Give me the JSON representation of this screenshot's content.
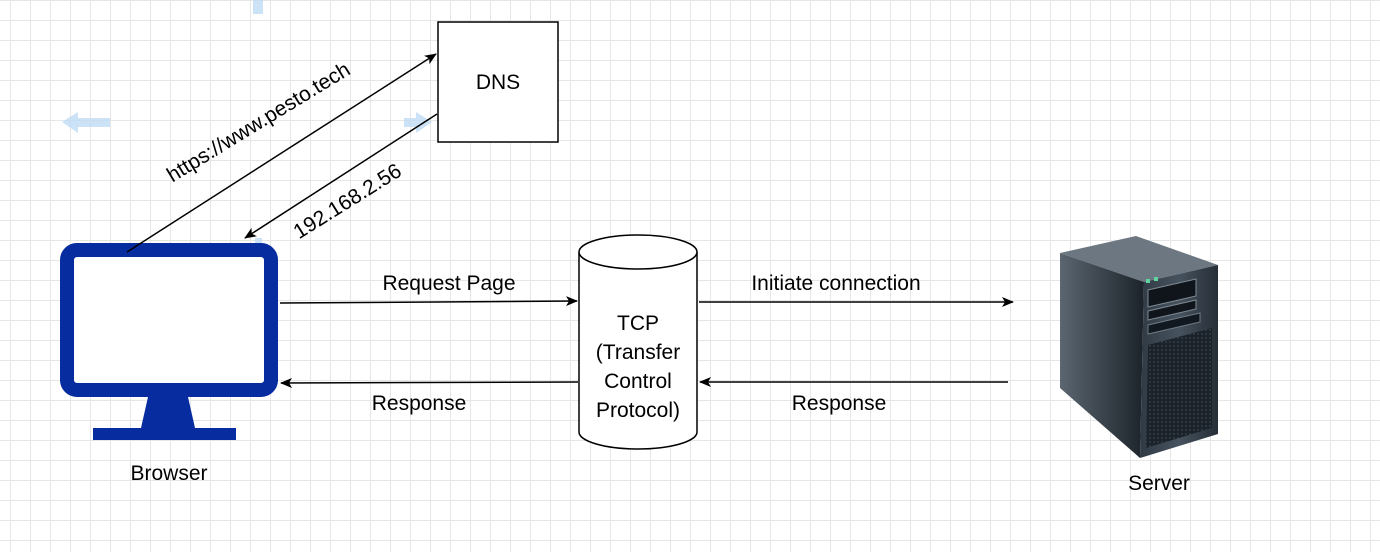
{
  "nodes": {
    "dns": {
      "label": "DNS"
    },
    "tcp": {
      "label_lines": [
        "TCP",
        "(Transfer",
        "Control",
        "Protocol)"
      ]
    },
    "browser": {
      "label": "Browser",
      "icon": "monitor-icon"
    },
    "server": {
      "label": "Server",
      "icon": "server-tower-icon"
    }
  },
  "edges": {
    "browser_to_dns": {
      "label": "https://www.pesto.tech"
    },
    "dns_to_browser": {
      "label": "192.168.2.56"
    },
    "browser_to_tcp": {
      "label": "Request Page"
    },
    "tcp_to_browser": {
      "label": "Response"
    },
    "tcp_to_server": {
      "label": "Initiate connection"
    },
    "server_to_tcp": {
      "label": "Response"
    }
  },
  "colors": {
    "monitor": "#062ca0",
    "line": "#000000",
    "grid": "#e6e6e6",
    "hint_arrow": "#bfdcf5"
  }
}
